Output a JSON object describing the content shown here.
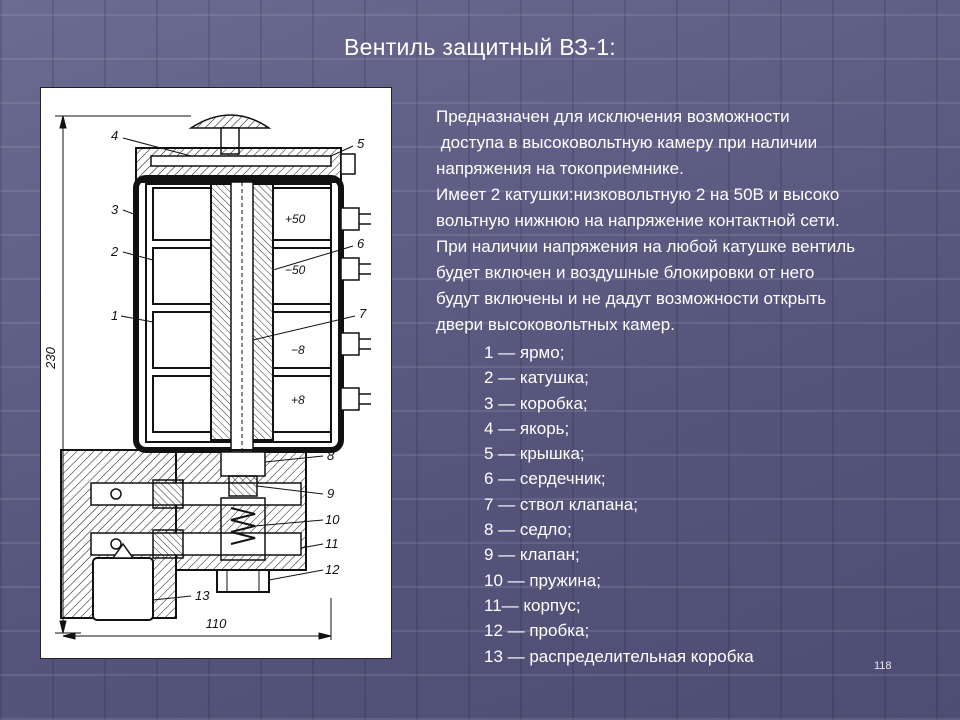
{
  "slide": {
    "title": "Вентиль защитный ВЗ-1:",
    "page_number": "118"
  },
  "description": {
    "lines": [
      "Предназначен для исключения возможности",
      " доступа в высоковольтную камеру при наличии",
      "напряжения на токоприемнике.",
      "Имеет 2 катушки:низковольтную 2 на 50В и высоко",
      "вольтную нижнюю на напряжение контактной сети.",
      "При наличии напряжения на любой катушке вентиль",
      "будет включен и воздушные блокировки от него",
      "будут включены и не дадут возможности открыть",
      "двери высоковольтных камер."
    ]
  },
  "legend": {
    "items": [
      "1 — ярмо;",
      "2 — катушка;",
      "3 — коробка;",
      "4 — якорь;",
      "5 — крышка;",
      "6 — сердечник;",
      "7 — ствол клапана;",
      "8 — седло;",
      "9 — клапан;",
      "10 — пружина;",
      "11— корпус;",
      "12 — пробка;",
      "13 — распределительная коробка"
    ]
  },
  "drawing": {
    "callouts": [
      "1",
      "2",
      "3",
      "4",
      "5",
      "6",
      "7",
      "8",
      "9",
      "10",
      "11",
      "12",
      "13"
    ],
    "terminal_labels": [
      "+50",
      "−50",
      "−8",
      "+8"
    ],
    "dimension_height": "230",
    "dimension_width": "110"
  }
}
